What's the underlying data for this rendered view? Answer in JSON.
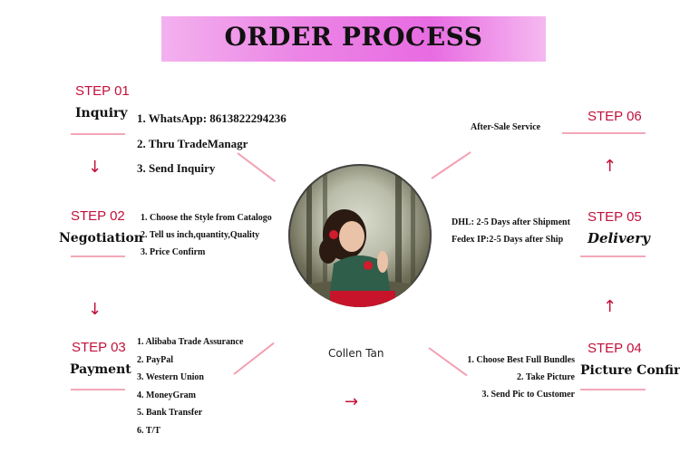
{
  "banner": {
    "title": "ORDER PROCESS"
  },
  "steps": [
    {
      "label": "STEP 01",
      "name": "Inquiry",
      "items": [
        "1. WhatsApp: 8613822294236",
        "2. Thru TradeManagr",
        "3. Send Inquiry"
      ]
    },
    {
      "label": "STEP 02",
      "name": "Negotiation",
      "items": [
        "1. Choose the Style from Catalogo",
        "2. Tell us inch,quantity,Quality",
        "3. Price Confirm"
      ]
    },
    {
      "label": "STEP 03",
      "name": "Payment",
      "items": [
        "1. Alibaba Trade Assurance",
        "2. PayPal",
        "3. Western Union",
        "4. MoneyGram",
        "5. Bank Transfer",
        "6. T/T"
      ]
    },
    {
      "label": "STEP 04",
      "name": "Picture Confirm",
      "items": [
        "1. Choose Best Full Bundles",
        "2. Take Picture",
        "3.  Send Pic to Customer"
      ]
    },
    {
      "label": "STEP 05",
      "name": "Delivery",
      "items": [
        "DHL: 2-5 Days after Shipment",
        "Fedex IP:2-5 Days after Ship"
      ]
    },
    {
      "label": "STEP 06",
      "name": "",
      "items": [
        "After-Sale Service"
      ]
    }
  ],
  "center": {
    "caption": "Collen Tan"
  },
  "icons": {
    "down": "down-arrow-icon",
    "up": "up-arrow-icon",
    "right": "right-arrow-icon"
  },
  "colors": {
    "step_label": "#c2103a",
    "banner": "#e86be2",
    "lines": "#f4a7b7"
  }
}
